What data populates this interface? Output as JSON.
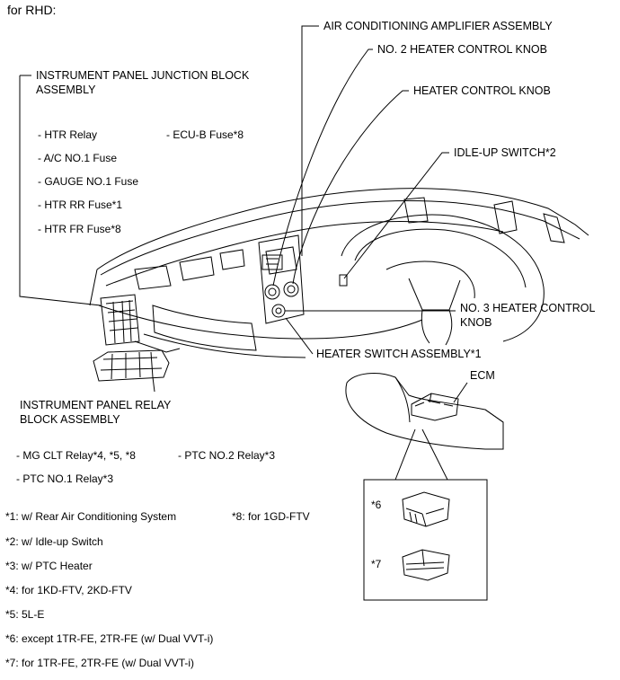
{
  "header": "for RHD:",
  "labels": {
    "ac_amp": "AIR CONDITIONING AMPLIFIER ASSEMBLY",
    "no2_knob": "NO. 2 HEATER CONTROL KNOB",
    "heater_knob": "HEATER CONTROL KNOB",
    "idle_up": "IDLE-UP SWITCH*2",
    "ipjb_line1": "INSTRUMENT PANEL JUNCTION BLOCK",
    "ipjb_line2": "ASSEMBLY",
    "no3_line1": "NO. 3 HEATER CONTROL",
    "no3_line2": "KNOB",
    "heater_switch": "HEATER SWITCH ASSEMBLY*1",
    "ecm": "ECM",
    "iprb_line1": "INSTRUMENT PANEL RELAY",
    "iprb_line2": "BLOCK ASSEMBLY",
    "ecm_variant_6": "*6",
    "ecm_variant_7": "*7"
  },
  "junction_block_items": {
    "htr_relay": "- HTR Relay",
    "ecu_b": "- ECU-B Fuse*8",
    "ac_no1": "- A/C NO.1 Fuse",
    "gauge_no1": "- GAUGE NO.1 Fuse",
    "htr_rr": "- HTR RR Fuse*1",
    "htr_fr": "- HTR FR Fuse*8"
  },
  "relay_block_items": {
    "mg_clt": "- MG CLT Relay*4, *5, *8",
    "ptc_no2": "- PTC NO.2 Relay*3",
    "ptc_no1": "- PTC NO.1 Relay*3"
  },
  "footnotes": {
    "f1": "*1: w/ Rear Air Conditioning System",
    "f8": "*8: for 1GD-FTV",
    "f2": "*2: w/ Idle-up Switch",
    "f3": "*3: w/ PTC Heater",
    "f4": "*4: for 1KD-FTV, 2KD-FTV",
    "f5": "*5: 5L-E",
    "f6": "*6: except 1TR-FE, 2TR-FE (w/ Dual VVT-i)",
    "f7": "*7: for 1TR-FE, 2TR-FE (w/ Dual VVT-i)"
  }
}
